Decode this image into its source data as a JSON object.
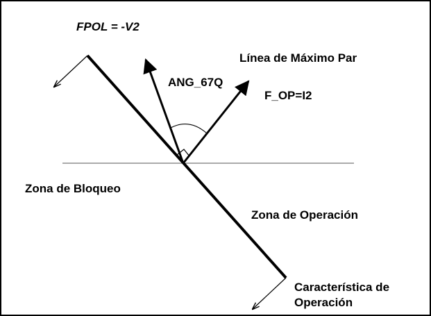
{
  "labels": {
    "fpol": "FPOL = -V2",
    "max_torque_line": "Línea de Máximo Par",
    "angle": "ANG_67Q",
    "f_op": "F_OP=I2",
    "blocking_zone": "Zona de Bloqueo",
    "operation_zone": "Zona de Operación",
    "operating_characteristic_line1": "Característica de",
    "operating_characteristic_line2": "Operación"
  },
  "colors": {
    "line": "#000000",
    "frame": "#000000",
    "reference": "#555555",
    "background": "#ffffff"
  }
}
